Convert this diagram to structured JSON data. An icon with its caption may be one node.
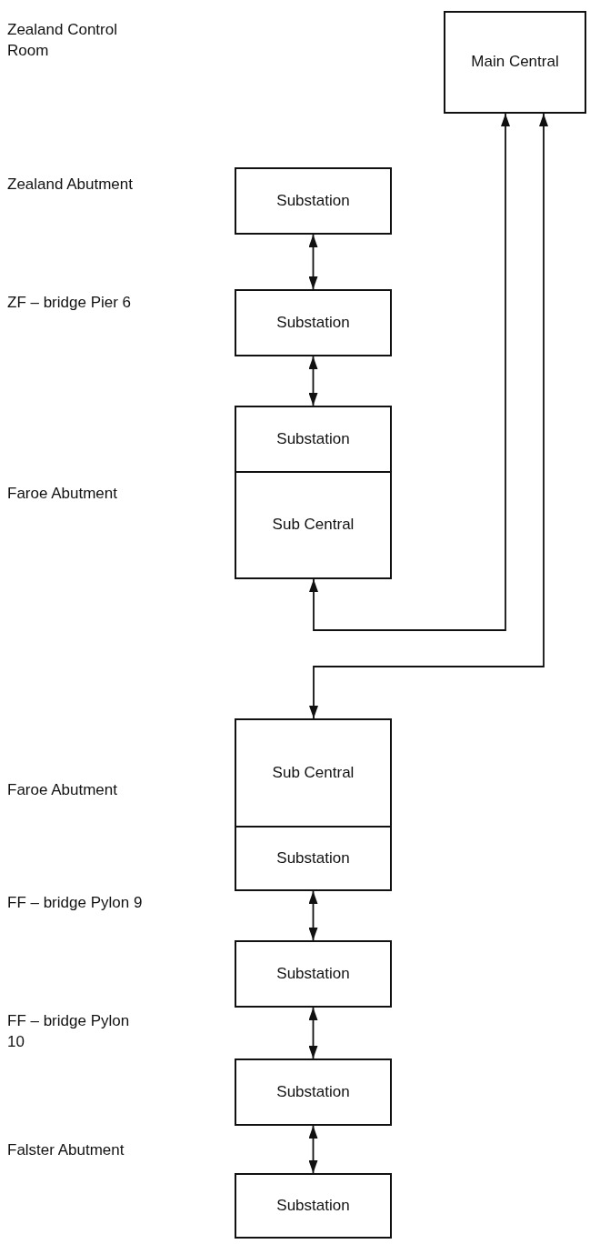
{
  "diagram": {
    "nodes": [
      {
        "text": [
          "Main Central"
        ]
      },
      {
        "text": [
          "Substation"
        ]
      },
      {
        "text": [
          "Substation"
        ]
      },
      {
        "text": [
          "Substation"
        ]
      },
      {
        "text": [
          "Sub Central"
        ]
      },
      {
        "text": [
          "Sub Central"
        ]
      },
      {
        "text": [
          "Substation"
        ]
      },
      {
        "text": [
          "Substation"
        ]
      },
      {
        "text": [
          "Substation"
        ]
      },
      {
        "text": [
          "Substation"
        ]
      }
    ],
    "edges": [
      {
        "from": 1,
        "to": 2,
        "arrow": "both"
      },
      {
        "from": 2,
        "to": 3,
        "arrow": "both"
      },
      {
        "from": 4,
        "to": 0,
        "arrow": "both"
      },
      {
        "from": 5,
        "to": 0,
        "arrow": "both"
      },
      {
        "from": 6,
        "to": 7,
        "arrow": "both"
      },
      {
        "from": 7,
        "to": 8,
        "arrow": "both"
      },
      {
        "from": 8,
        "to": 9,
        "arrow": "both"
      }
    ],
    "labels": [
      "Zealand Control Room",
      "Zealand Abutment",
      "ZF – bridge Pier 6",
      "Faroe Abutment",
      "Faroe Abutment",
      "FF – bridge Pylon 9",
      "FF – bridge Pylon 10",
      "Falster Abutment"
    ]
  }
}
